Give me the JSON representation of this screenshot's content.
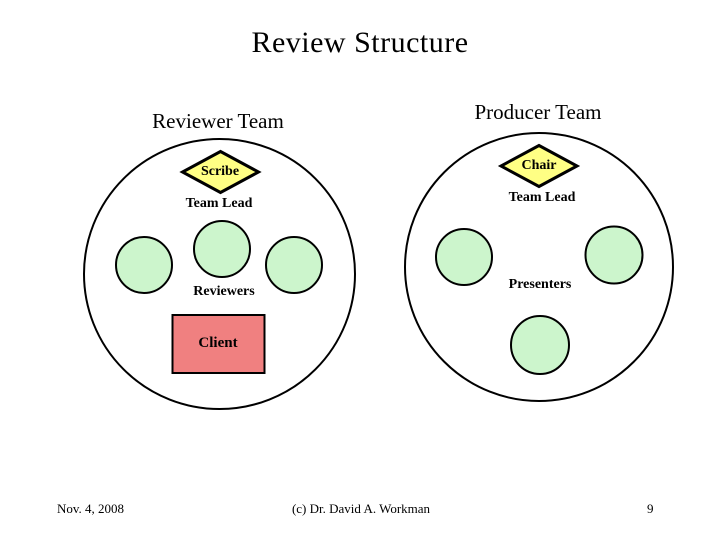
{
  "slide": {
    "title": "Review Structure",
    "footer": {
      "date": "Nov. 4, 2008",
      "credit": "(c) Dr. David A. Workman",
      "page_number": "9"
    }
  },
  "colors": {
    "diamond_fill": "#ffff84",
    "member_circle_fill": "#ccf5cc",
    "client_fill": "#f08080",
    "team_circle_fill": "#ffffff",
    "stroke": "#000000"
  },
  "reviewer_team": {
    "heading": "Reviewer Team",
    "scribe_label": "Scribe",
    "team_lead_label": "Team Lead",
    "members_label": "Reviewers",
    "client_label": "Client",
    "member_count": 3
  },
  "producer_team": {
    "heading": "Producer Team",
    "chair_label": "Chair",
    "team_lead_label": "Team Lead",
    "members_label": "Presenters",
    "member_count": 3
  }
}
